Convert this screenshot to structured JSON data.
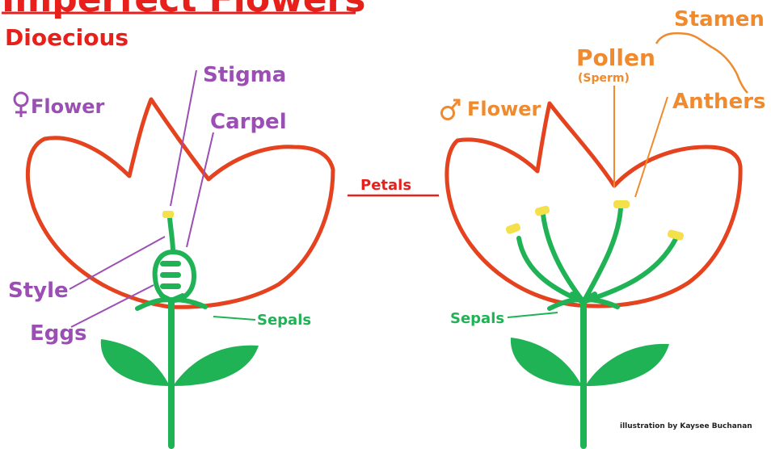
{
  "title": "Imperfect Flowers",
  "subtitle": "Dioecious",
  "female": {
    "label": "Flower",
    "parts": {
      "stigma": "Stigma",
      "carpel": "Carpel",
      "style": "Style",
      "eggs": "Eggs",
      "sepals": "Sepals"
    }
  },
  "center": {
    "petals": "Petals"
  },
  "male": {
    "label": "Flower",
    "parts": {
      "stamen": "Stamen",
      "pollen": "Pollen",
      "sperm": "(Sperm)",
      "anthers": "Anthers",
      "sepals": "Sepals"
    }
  },
  "credit": "illustration by Kaysee Buchanan",
  "colors": {
    "title": "#e8201c",
    "female_text": "#9b4fb5",
    "male_text": "#f08a2e",
    "petal_outline": "#e5431f",
    "stem": "#1fb356",
    "anther": "#f4e04a",
    "pointer_green": "#1fb356",
    "credit": "#222222"
  }
}
